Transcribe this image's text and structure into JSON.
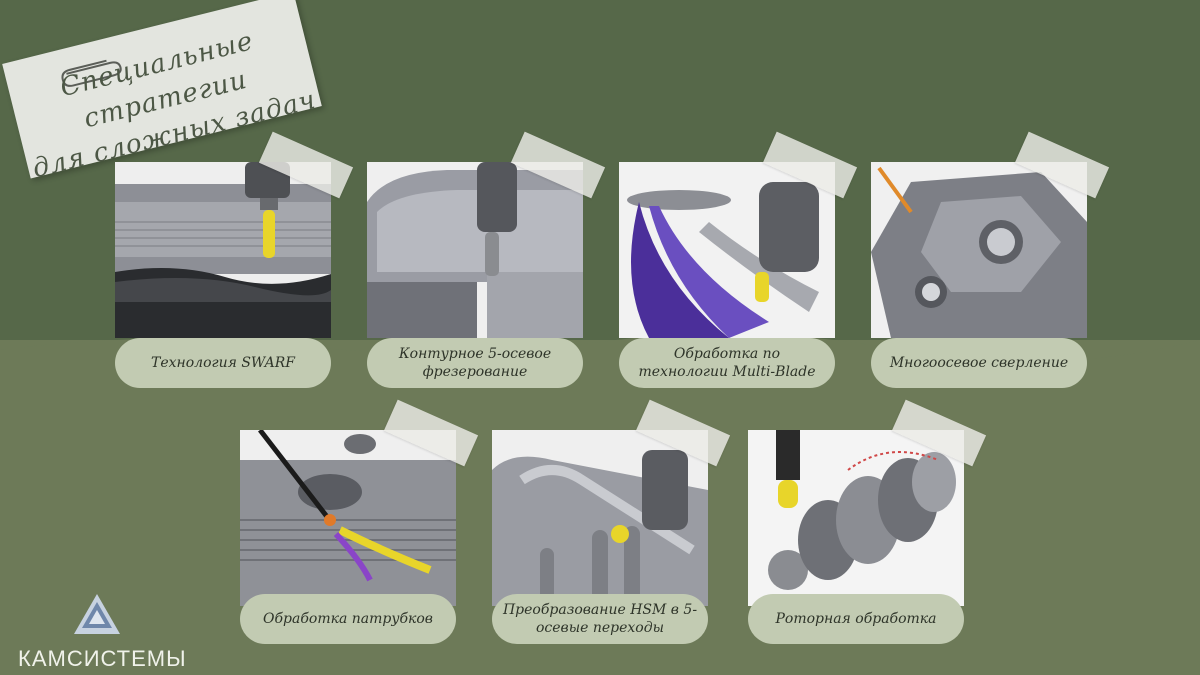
{
  "slide": {
    "title_line1": "Специальные стратегии",
    "title_line2": "для сложных задач",
    "brand": "КАМСИСТЕМЫ"
  },
  "cards": [
    {
      "label": "Технология SWARF"
    },
    {
      "label": "Контурное 5-осевое фрезерование"
    },
    {
      "label": "Обработка по технологии Multi-Blade"
    },
    {
      "label": "Многоосевое сверление"
    },
    {
      "label": "Обработка патрубков"
    },
    {
      "label": "Преобразование HSM в 5-осевые переходы"
    },
    {
      "label": "Роторная обработка"
    }
  ],
  "colors": {
    "background_top": "#566849",
    "background_bottom": "#6d7a58",
    "label_pill": "#c2cbb2",
    "tool_yellow": "#e8d52a"
  }
}
